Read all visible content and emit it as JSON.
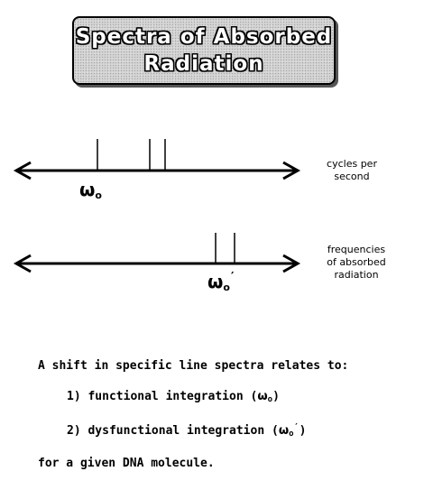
{
  "title": {
    "line1": "Spectra of Absorbed",
    "line2": "Radiation"
  },
  "axis1": {
    "label_line1": "cycles per",
    "label_line2": "second",
    "marker": "ω",
    "marker_sub": "o"
  },
  "axis2": {
    "label_line1": "frequencies",
    "label_line2": "of absorbed",
    "label_line3": "radiation",
    "marker": "ω",
    "marker_sub": "o",
    "marker_prime": "′"
  },
  "statement": {
    "intro": "A shift in specific line spectra relates to:",
    "item1_text": "1)  functional integration  (",
    "item1_sym": "ω",
    "item1_sub": "o",
    "item1_close": ")",
    "item2_text": "2)  dysfunctional integration  (",
    "item2_sym": "ω",
    "item2_sub": "o",
    "item2_prime": "′",
    "item2_close": ")",
    "closing": "for a given DNA molecule."
  },
  "colors": {
    "ink": "#000000",
    "title_fill": "#d4d4d4"
  }
}
